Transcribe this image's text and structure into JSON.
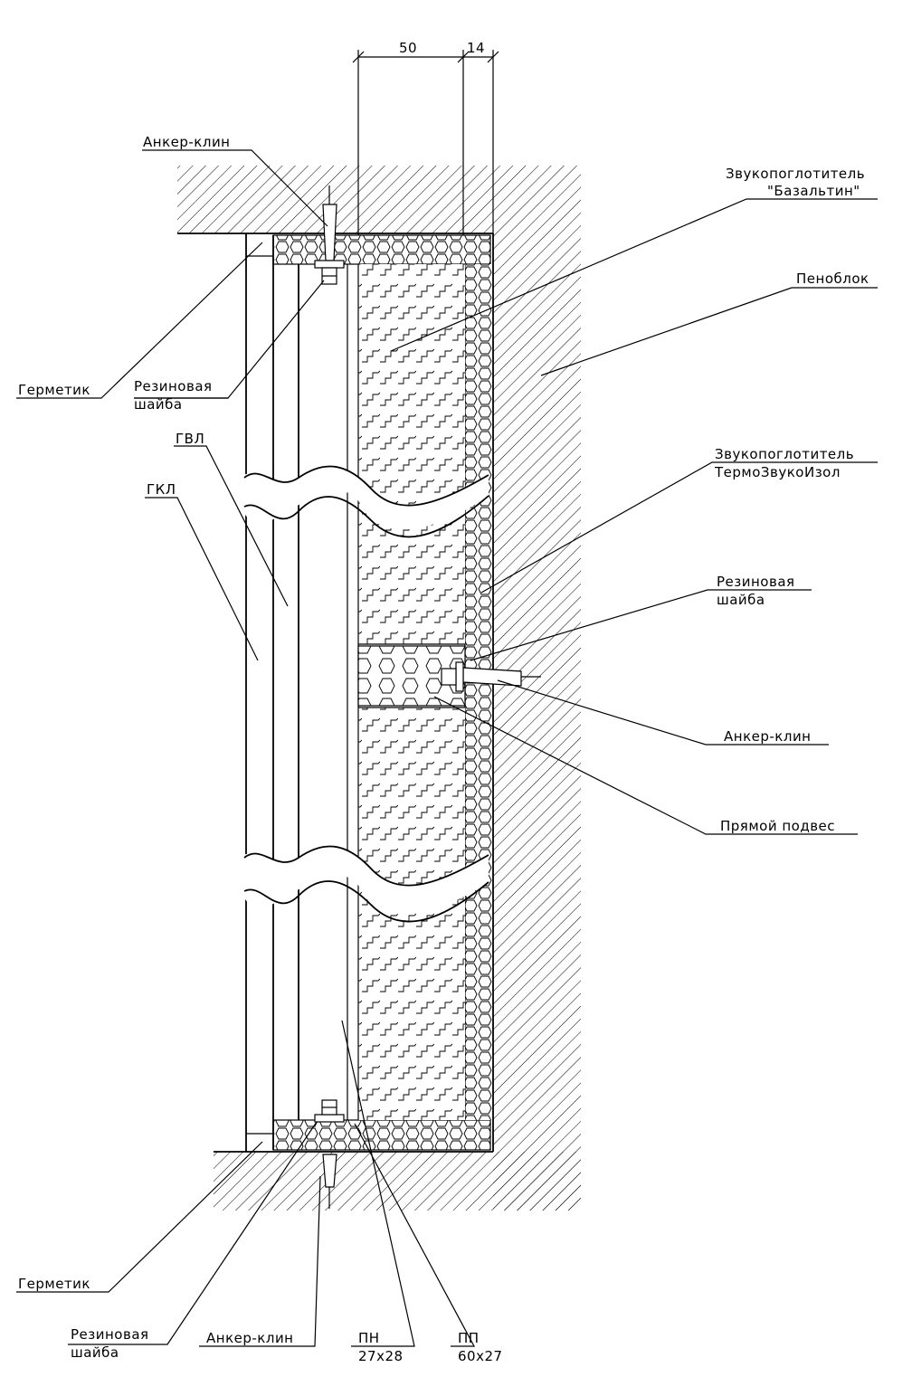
{
  "dimensions": {
    "d1": "50",
    "d2": "14"
  },
  "labels": {
    "anchor_top": "Анкер-клин",
    "sealant_top": "Герметик",
    "washer_top_1": "Резиновая",
    "washer_top_2": "шайба",
    "gvl": "ГВЛ",
    "gkl": "ГКЛ",
    "basaltin_1": "Звукопоглотитель",
    "basaltin_2": "\"Базальтин\"",
    "foamblock": "Пеноблок",
    "thermo_1": "Звукопоглотитель",
    "thermo_2": "ТермоЗвукоИзол",
    "washer_mid_1": "Резиновая",
    "washer_mid_2": "шайба",
    "anchor_mid": "Анкер-клин",
    "hanger": "Прямой подвес",
    "sealant_bottom": "Герметик",
    "washer_bottom_1": "Резиновая",
    "washer_bottom_2": "шайба",
    "anchor_bottom": "Анкер-клин",
    "pn_1": "ПН",
    "pn_2": "27x28",
    "pp_1": "ПП",
    "pp_2": "60x27"
  }
}
